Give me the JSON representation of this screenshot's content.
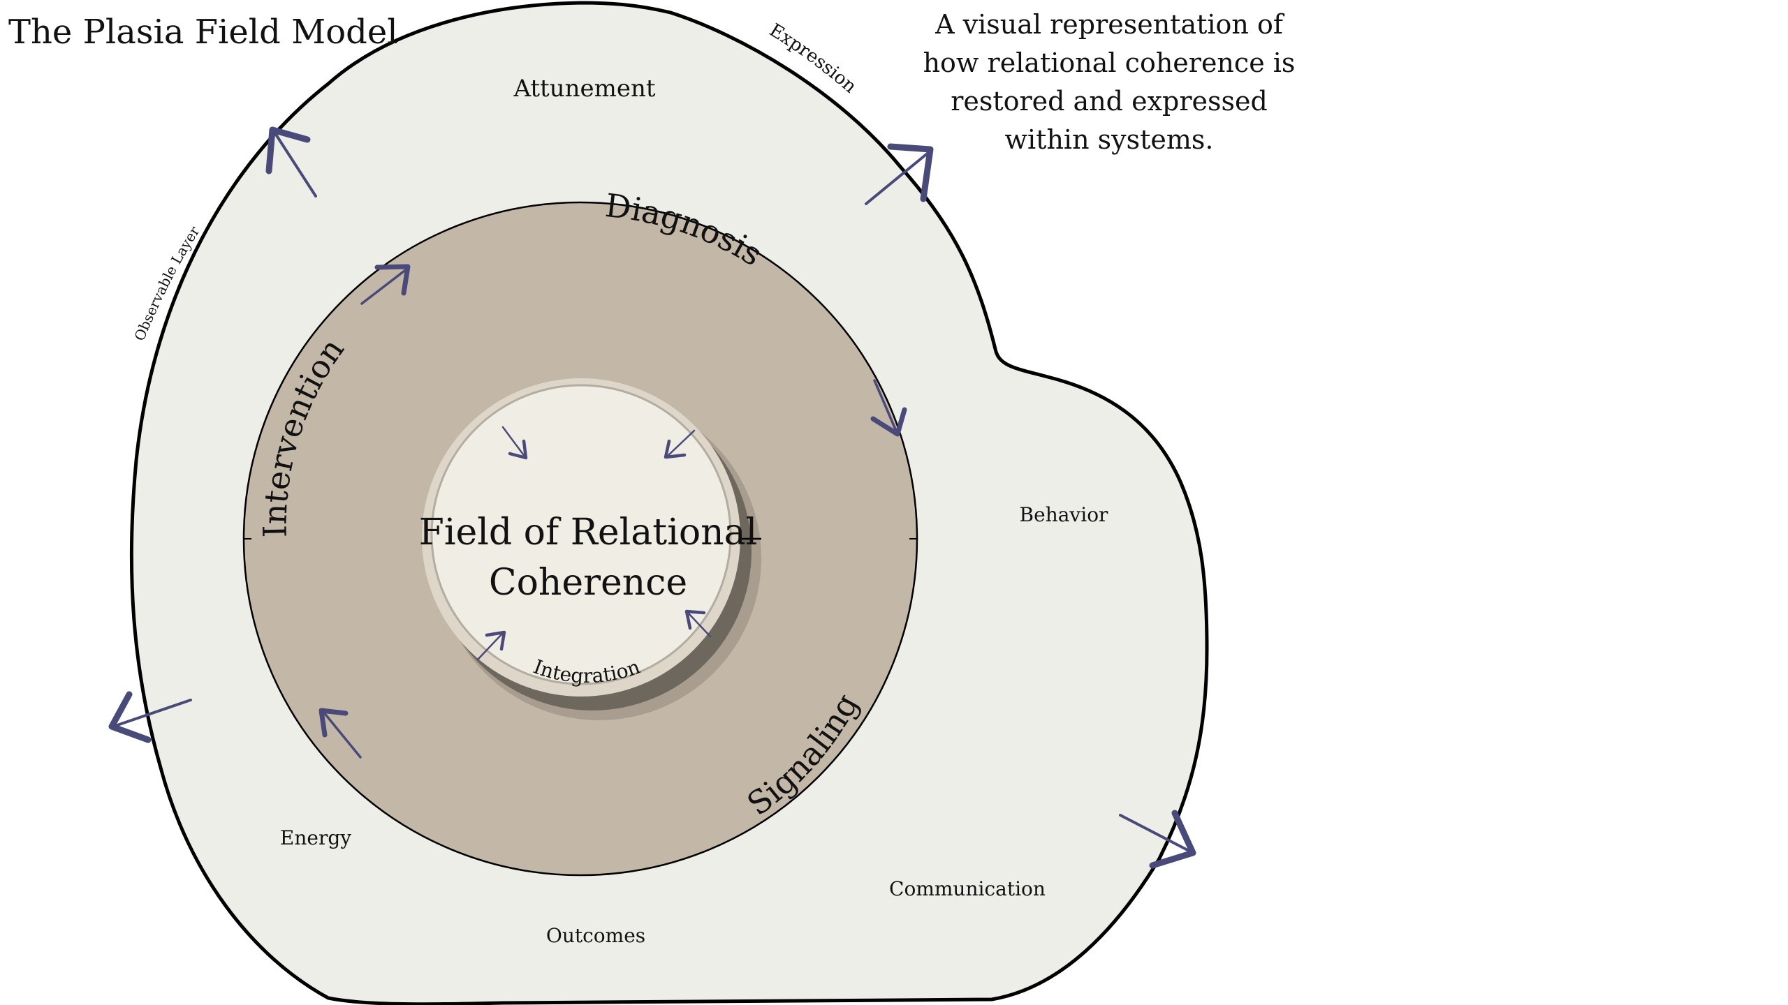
{
  "title": "The Plasia Field Model",
  "description": {
    "lines": [
      "A visual representation of",
      "how relational coherence is",
      "restored and expressed",
      "within systems."
    ]
  },
  "layers": {
    "outer": {
      "name": "Observable Layer",
      "labels": {
        "observable_layer": "Observable Layer",
        "expression": "Expression",
        "attunement": "Attunement",
        "behavior": "Behavior",
        "energy": "Energy",
        "communication": "Communication",
        "outcomes": "Outcomes"
      },
      "fill": "#eeeee9"
    },
    "middle": {
      "labels": {
        "diagnosis": "Diagnosis",
        "intervention": "Intervention",
        "signaling": "Signaling"
      },
      "fill": "#c3b8a8"
    },
    "core": {
      "title_line1": "Field of Relational",
      "title_line2": "Coherence",
      "integration": "Integration",
      "fill": "#f0ede4",
      "rim": "#ddd6c9"
    }
  },
  "colors": {
    "arrow": "#4a4a7a",
    "outline": "#000000",
    "shadow": "#6e675e"
  }
}
